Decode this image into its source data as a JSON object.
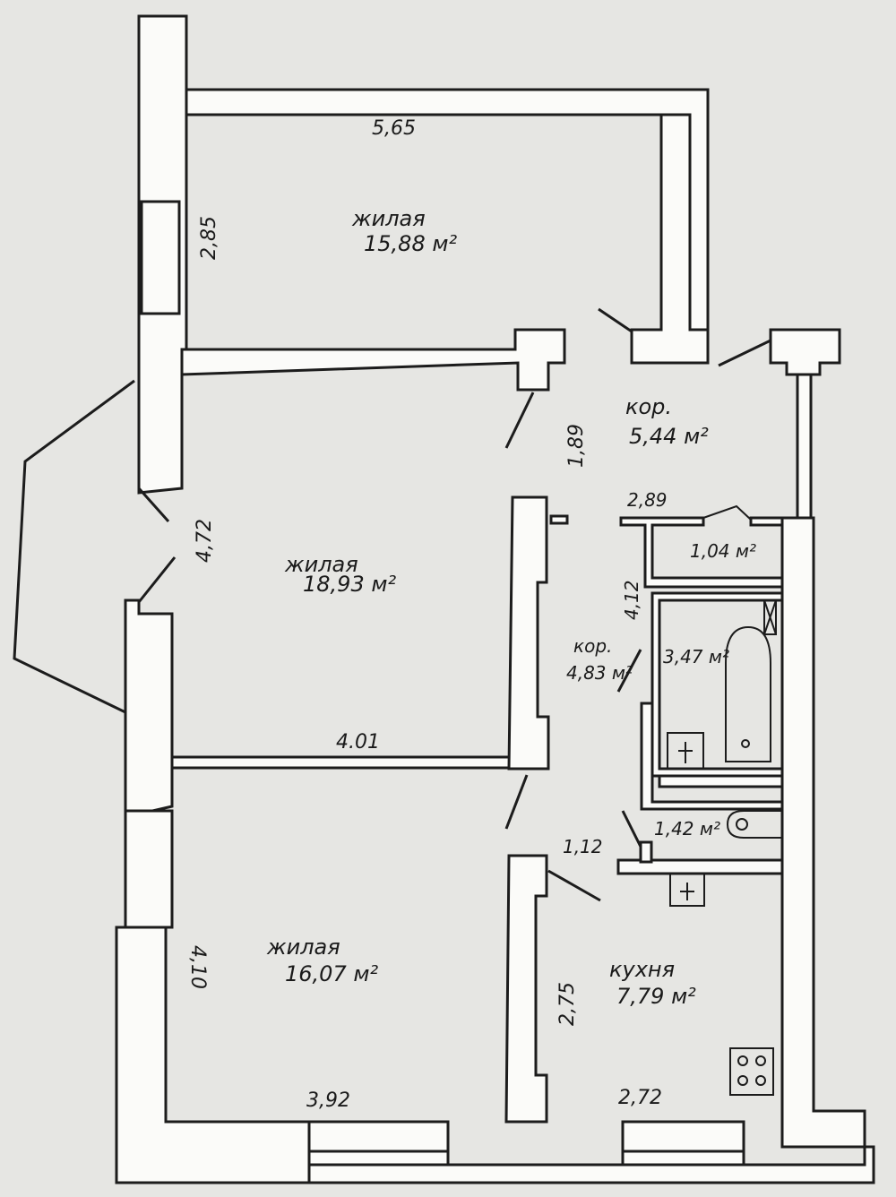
{
  "colors": {
    "paper": "#e6e6e3",
    "ink": "#1c1c1c",
    "wall_fill": "#fbfbf9"
  },
  "rooms": {
    "living_top": {
      "name": "жилая",
      "area": "15,88 м²"
    },
    "living_middle": {
      "name": "жилая",
      "area": "18,93 м²"
    },
    "living_bottom": {
      "name": "жилая",
      "area": "16,07 м²"
    },
    "corridor_top": {
      "name": "кор.",
      "area": "5,44 м²"
    },
    "closet": {
      "area": "1,04 м²"
    },
    "corridor_middle": {
      "name": "кор.",
      "area": "4,83 м²"
    },
    "bathroom": {
      "area": "3,47 м²"
    },
    "toilet": {
      "area": "1,42 м²"
    },
    "kitchen": {
      "name": "кухня",
      "area": "7,79 м²"
    }
  },
  "dimensions": {
    "top_width": "5,65",
    "top_height": "2,85",
    "middle_height": "4,72",
    "middle_width": "4.01",
    "bottom_height": "4,10",
    "bottom_width": "3,92",
    "corridor_height": "1,89",
    "closet_width": "2,89",
    "corridor2_height": "4,12",
    "kitchen_entry": "1,12",
    "kitchen_height": "2,75",
    "kitchen_width": "2,72"
  }
}
